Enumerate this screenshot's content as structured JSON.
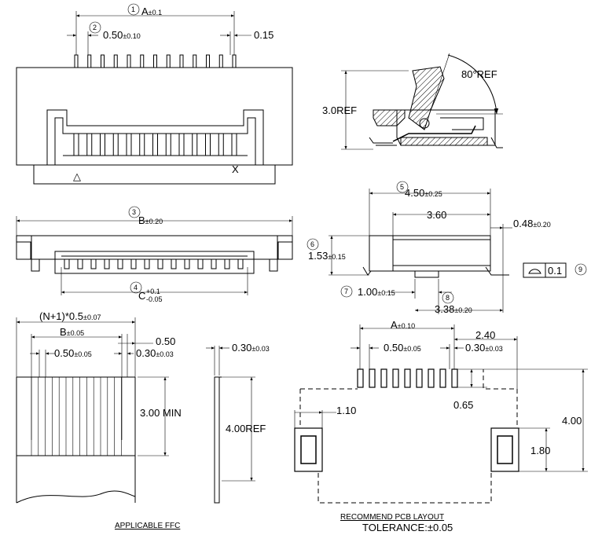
{
  "views": {
    "top": {
      "balloon": "1",
      "dim_a": "A",
      "dim_a_tol": "±0.1",
      "balloon2": "2",
      "pitch": "0.50",
      "pitch_tol": "±0.10",
      "offset": "0.15",
      "mark_triangle": "△",
      "mark_x": "X"
    },
    "front": {
      "balloon3": "3",
      "dim_b": "B",
      "dim_b_tol": "±0.20",
      "balloon4": "4",
      "dim_c": "C",
      "dim_c_tol_plus": "+0.1",
      "dim_c_tol_minus": "-0.05"
    },
    "section": {
      "height": "3.0REF",
      "angle": "80°REF"
    },
    "side": {
      "balloon5": "5",
      "depth": "4.50",
      "depth_tol": "±0.25",
      "inner": "3.60",
      "balloon6": "6",
      "height": "1.53",
      "height_tol": "±0.15",
      "balloon7": "7",
      "foot": "1.00",
      "foot_tol": "±0.15",
      "balloon8": "8",
      "overall": "3.38",
      "overall_tol": "±0.20",
      "lead": "0.48",
      "lead_tol": "±0.20",
      "flatness": "0.1",
      "balloon9": "9"
    },
    "ffc": {
      "width_formula": "(N+1)*0.5",
      "width_tol": "±0.07",
      "dim_b": "B",
      "dim_b_tol": "±0.05",
      "pitch": "0.50",
      "pitch_tol": "±0.05",
      "edge": "0.50",
      "edge2": "0.30",
      "edge2_tol": "±0.03",
      "contact_len": "3.00 MIN",
      "thickness": "0.30",
      "thickness_tol": "±0.03",
      "stiffener": "4.00REF",
      "caption": "APPLICABLE FFC"
    },
    "pcb": {
      "dim_a": "A",
      "dim_a_tol": "±0.10",
      "pitch": "0.50",
      "pitch_tol": "±0.05",
      "pad_w": "0.30",
      "pad_w_tol": "±0.03",
      "offset": "2.40",
      "pad_len": "0.65",
      "mount_w": "1.10",
      "mount_h": "1.80",
      "overall": "4.00",
      "caption": "RECOMMEND PCB LAYOUT",
      "tolerance": "TOLERANCE:±0.05"
    }
  }
}
